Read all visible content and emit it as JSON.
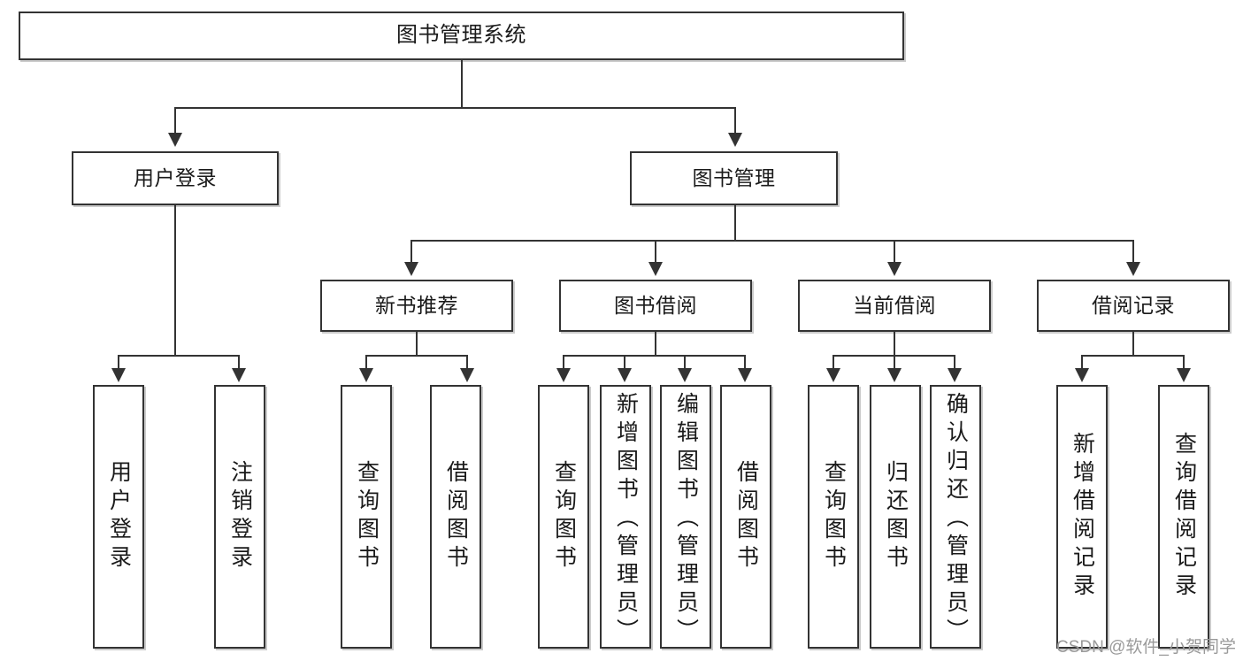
{
  "diagram": {
    "type": "hierarchy-tree",
    "title": "图书管理系统",
    "root": {
      "label": "图书管理系统"
    },
    "level2": [
      {
        "label": "用户登录"
      },
      {
        "label": "图书管理"
      }
    ],
    "level3": [
      {
        "label": "新书推荐"
      },
      {
        "label": "图书借阅"
      },
      {
        "label": "当前借阅"
      },
      {
        "label": "借阅记录"
      }
    ],
    "leaves": {
      "user_login": [
        {
          "label": "用户登录"
        },
        {
          "label": "注销登录"
        }
      ],
      "new_book_recommend": [
        {
          "label": "查询图书"
        },
        {
          "label": "借阅图书"
        }
      ],
      "book_borrow": [
        {
          "label": "查询图书"
        },
        {
          "label": "新增图书（管理员）"
        },
        {
          "label": "编辑图书（管理员）"
        },
        {
          "label": "借阅图书"
        }
      ],
      "current_borrow": [
        {
          "label": "查询图书"
        },
        {
          "label": "归还图书"
        },
        {
          "label": "确认归还（管理员）"
        }
      ],
      "borrow_record": [
        {
          "label": "新增借阅记录"
        },
        {
          "label": "查询借阅记录"
        }
      ]
    }
  },
  "watermark": {
    "text": "CSDN @软件_小贺同学"
  },
  "colors": {
    "stroke": "#333333",
    "background": "#ffffff",
    "text": "#1a1a1a",
    "watermark": "#9a9a9a"
  }
}
